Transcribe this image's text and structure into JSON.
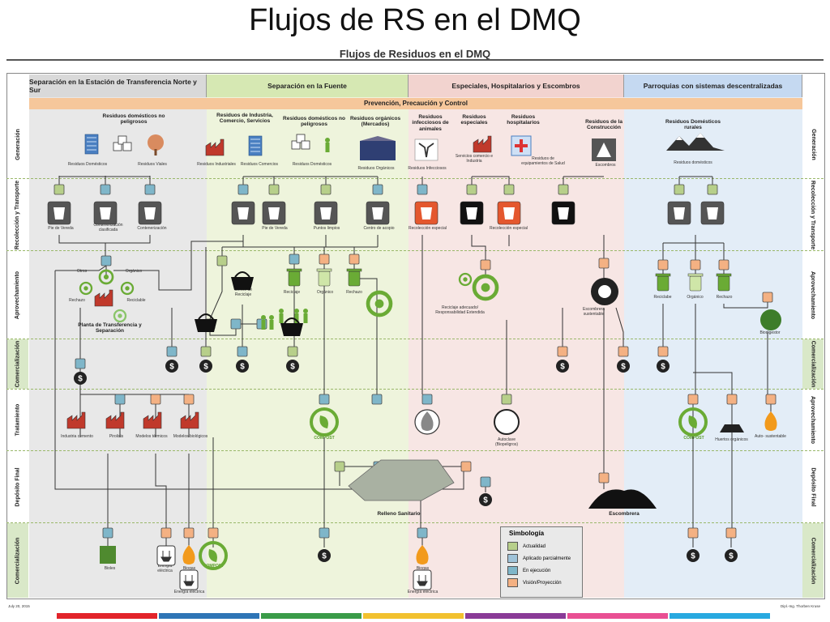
{
  "slide_title": "Flujos de RS en el DMQ",
  "diagram_title": "Flujos de Residuos en el DMQ",
  "columns": [
    {
      "label": "Separación en la Estación de Transferencia Norte y Sur",
      "color": "#e8e8e8",
      "hdr": "#d9d9d9"
    },
    {
      "label": "Separación en la Fuente",
      "color": "#eef4dc",
      "hdr": "#d6e8b3"
    },
    {
      "label": "Especiales, Hospitalarios y Escombros",
      "color": "#f7e6e4",
      "hdr": "#f2d3cf"
    },
    {
      "label": "Parroquias con sistemas descentralizadas",
      "color": "#e3edf7",
      "hdr": "#c5d9f1"
    }
  ],
  "banner": "Prevención, Precaución y Control",
  "rows": [
    "Generación",
    "Recolección y Transporte",
    "Aprovechamiento",
    "Comercialización",
    "Tratamiento",
    "Depósito Final",
    "Comercialización"
  ],
  "rows_right": [
    "Generación",
    "Recolección y Transporte",
    "Aprovechamiento",
    "Comercialización",
    "Aprovechamiento",
    "Depósito Final",
    "Comercialización"
  ],
  "gen_labels": {
    "g1": "Residuos domésticos no peligrosos",
    "g2": "Residuos de Industria, Comercio, Servicios",
    "g3": "Residuos domésticos no peligrosos",
    "g4": "Residuos orgánicos (Mercados)",
    "g5": "Residuos infecciosos de animales",
    "g6": "Residuos especiales",
    "g7": "Residuos hospitalarios",
    "g8": "Residuos de la Construcción",
    "g9": "Residuos Domésticos rurales"
  },
  "gen_sublabels": {
    "s1": "Residuos Domésticos",
    "s2": "Residuos Viales",
    "s3": "Residuos Industriales",
    "s4": "Residuos Comercios",
    "s5": "Residuos Domésticos",
    "s6": "Residuos Orgánicos",
    "s7": "Residuos Infecciosos",
    "s8": "Servicios comercio e Industria",
    "s9": "Residuos de equipamientos de Salud",
    "s10": "Escombros",
    "s11": "Residuos domésticos"
  },
  "transport_labels": {
    "t1": "Pie de Vereda",
    "t2": "Contenerización clasificada",
    "t3": "Contenerización",
    "t4": "Pie de Vereda",
    "t5": "Puntos limpios",
    "t6": "Centro de acopio",
    "t7": "Recolección especial",
    "t8": "Recolección especial"
  },
  "aprov_labels": {
    "a1": "Otros",
    "a2": "Orgánico",
    "a3": "Rechazo",
    "a4": "Reciclable",
    "a5": "Planta de Transferencia y Separación",
    "a6": "Centro de Reciclaje",
    "a7": "Reciclaje adecuado/ Responsabilidad Extendida",
    "a8": "Escombrera sustentable",
    "a9": "Reciclabe",
    "a10": "Orgánico",
    "a11": "Rechazo",
    "a12": "Biodigestor",
    "a13": "Reciclaje",
    "a14": "Orgánico",
    "a15": "Rechazo"
  },
  "treat_labels": {
    "tr1": "Industria cemento",
    "tr2": "Pirolisis",
    "tr3": "Modelos térmicos",
    "tr4": "Modelos biológicos",
    "tr5": "COMPOST",
    "tr6": "Autoclave (Biopeligros)",
    "tr7": "COMPOST",
    "tr8": "Huertos orgánicos",
    "tr9": "Auto- sustentable"
  },
  "final_labels": {
    "f1": "Relleno Sanitario",
    "f2": "Escombrera"
  },
  "final_com_labels": {
    "c1": "Bioles",
    "c2": "Energía eléctrica",
    "c3": "Biogas",
    "c4": "COMPOST",
    "c5": "Energía eléctrica",
    "c6": "Biogas",
    "c7": "Energía eléctrica"
  },
  "legend": {
    "title": "Simbología",
    "items": [
      {
        "label": "Actualidad",
        "color": "#b7cf8a"
      },
      {
        "label": "Aplicado parcialmente",
        "color": "#9fc3d9"
      },
      {
        "label": "En ejecución",
        "color": "#7fb6c9"
      },
      {
        "label": "Visión/Proyección",
        "color": "#f4b183"
      }
    ]
  },
  "footer": {
    "date": "July 20, 2015",
    "author": "Dipl.-Ing. Thorben Kruse"
  },
  "bottom_bars": [
    "#e2242a",
    "#2e75b6",
    "#3a9b48",
    "#f2c12e",
    "#8a3b97",
    "#e94f93",
    "#28a9e0"
  ],
  "colors": {
    "green": "#b7cf8a",
    "blue": "#7fb6c9",
    "orange": "#f4b183",
    "line": "#333333"
  }
}
